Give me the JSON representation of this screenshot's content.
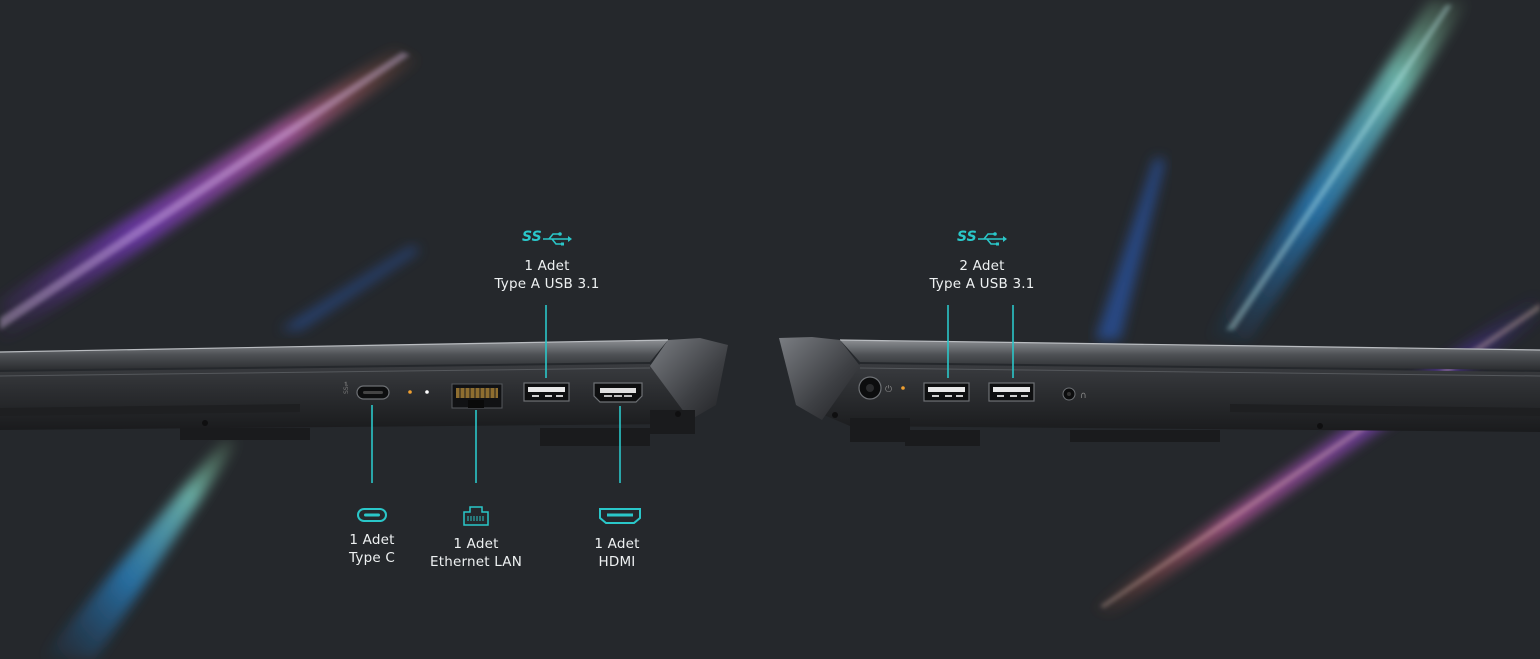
{
  "ports": {
    "type_c": {
      "count": "1 Adet",
      "name": "Type C",
      "icon": "usb-c-icon"
    },
    "ethernet": {
      "count": "1 Adet",
      "name": "Ethernet LAN",
      "icon": "ethernet-icon"
    },
    "hdmi": {
      "count": "1 Adet",
      "name": "HDMI",
      "icon": "hdmi-icon"
    },
    "usb_left": {
      "count": "1 Adet",
      "name": "Type A USB 3.1",
      "icon": "usb-superspeed-icon",
      "logo": "SS"
    },
    "usb_right": {
      "count": "2 Adet",
      "name": "Type A USB 3.1",
      "icon": "usb-superspeed-icon",
      "logo": "SS"
    }
  },
  "colors": {
    "background": "#25282c",
    "accent": "#2ac7c9",
    "text": "#eef1f2"
  }
}
